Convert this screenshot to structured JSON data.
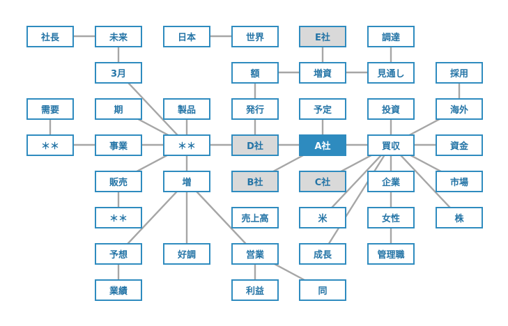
{
  "colors": {
    "node_border": "#2e8bbf",
    "node_text": "#2474a6",
    "node_fill": "#ffffff",
    "highlight_fill": "#d9d9d9",
    "center_fill": "#2e8bbf",
    "center_text": "#ffffff",
    "edge": "#a6a6a6"
  },
  "nodes": [
    {
      "id": "shacho",
      "label": "社長"
    },
    {
      "id": "mirai",
      "label": "未来"
    },
    {
      "id": "nihon",
      "label": "日本"
    },
    {
      "id": "sekai",
      "label": "世界"
    },
    {
      "id": "e-sha",
      "label": "E社",
      "style": "gray"
    },
    {
      "id": "chotatsu",
      "label": "調達"
    },
    {
      "id": "sangatsu",
      "label": "3月"
    },
    {
      "id": "gaku",
      "label": "額"
    },
    {
      "id": "zoushi",
      "label": "増資"
    },
    {
      "id": "mitooshi",
      "label": "見通し"
    },
    {
      "id": "saiyo",
      "label": "採用"
    },
    {
      "id": "juyou",
      "label": "需要"
    },
    {
      "id": "ki",
      "label": "期"
    },
    {
      "id": "seihin",
      "label": "製品"
    },
    {
      "id": "hakkou",
      "label": "発行"
    },
    {
      "id": "yotei",
      "label": "予定"
    },
    {
      "id": "toushi",
      "label": "投資"
    },
    {
      "id": "kaigai",
      "label": "海外"
    },
    {
      "id": "wild-1",
      "label": "＊＊"
    },
    {
      "id": "jigyou",
      "label": "事業"
    },
    {
      "id": "wild-2",
      "label": "＊＊"
    },
    {
      "id": "d-sha",
      "label": "D社",
      "style": "gray"
    },
    {
      "id": "a-sha",
      "label": "A社",
      "style": "center"
    },
    {
      "id": "baishu",
      "label": "買収"
    },
    {
      "id": "shikin",
      "label": "資金"
    },
    {
      "id": "hanbai",
      "label": "販売"
    },
    {
      "id": "zou",
      "label": "増"
    },
    {
      "id": "b-sha",
      "label": "B社",
      "style": "gray"
    },
    {
      "id": "c-sha",
      "label": "C社",
      "style": "gray"
    },
    {
      "id": "kigyou",
      "label": "企業"
    },
    {
      "id": "shijou",
      "label": "市場"
    },
    {
      "id": "wild-3",
      "label": "＊＊"
    },
    {
      "id": "uriage",
      "label": "売上高"
    },
    {
      "id": "bei",
      "label": "米"
    },
    {
      "id": "josei",
      "label": "女性"
    },
    {
      "id": "kabu",
      "label": "株"
    },
    {
      "id": "yosou",
      "label": "予想"
    },
    {
      "id": "kouchou",
      "label": "好調"
    },
    {
      "id": "eigyou",
      "label": "営業"
    },
    {
      "id": "seichou",
      "label": "成長"
    },
    {
      "id": "kanrishoku",
      "label": "管理職"
    },
    {
      "id": "gyouseki",
      "label": "業績"
    },
    {
      "id": "rieki",
      "label": "利益"
    },
    {
      "id": "onaji",
      "label": "同"
    }
  ],
  "edges": [
    [
      "shacho",
      "mirai"
    ],
    [
      "mirai",
      "sangatsu"
    ],
    [
      "nihon",
      "sekai"
    ],
    [
      "e-sha",
      "zoushi"
    ],
    [
      "chotatsu",
      "mitooshi"
    ],
    [
      "gaku",
      "zoushi"
    ],
    [
      "zoushi",
      "mitooshi"
    ],
    [
      "gaku",
      "hakkou"
    ],
    [
      "saiyo",
      "kaigai"
    ],
    [
      "juyou",
      "wild-1"
    ],
    [
      "wild-1",
      "jigyou"
    ],
    [
      "sangatsu",
      "wild-2"
    ],
    [
      "ki",
      "wild-2"
    ],
    [
      "seihin",
      "wild-2"
    ],
    [
      "jigyou",
      "wild-2"
    ],
    [
      "hanbai",
      "wild-2"
    ],
    [
      "wild-2",
      "zou"
    ],
    [
      "wild-2",
      "d-sha"
    ],
    [
      "hakkou",
      "d-sha"
    ],
    [
      "d-sha",
      "a-sha"
    ],
    [
      "yotei",
      "a-sha"
    ],
    [
      "a-sha",
      "b-sha"
    ],
    [
      "a-sha",
      "baishu"
    ],
    [
      "toushi",
      "baishu"
    ],
    [
      "kaigai",
      "baishu"
    ],
    [
      "baishu",
      "shikin"
    ],
    [
      "baishu",
      "shijou"
    ],
    [
      "baishu",
      "kabu"
    ],
    [
      "baishu",
      "kigyou"
    ],
    [
      "kigyou",
      "josei"
    ],
    [
      "josei",
      "kanrishoku"
    ],
    [
      "baishu",
      "c-sha"
    ],
    [
      "baishu",
      "bei"
    ],
    [
      "baishu",
      "seichou"
    ],
    [
      "hanbai",
      "wild-3"
    ],
    [
      "zou",
      "yosou"
    ],
    [
      "zou",
      "kouchou"
    ],
    [
      "zou",
      "eigyou"
    ],
    [
      "yosou",
      "gyouseki"
    ],
    [
      "eigyou",
      "rieki"
    ],
    [
      "eigyou",
      "onaji"
    ]
  ]
}
